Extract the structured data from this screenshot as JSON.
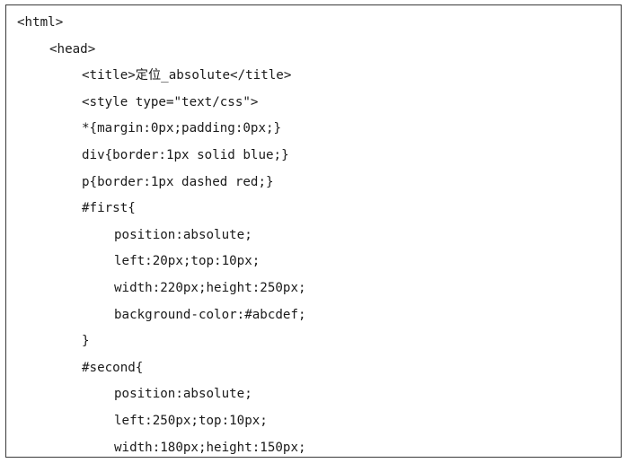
{
  "code": {
    "lines": [
      "<html>",
      "<head>",
      "<title>定位_absolute</title>",
      "<style type=\"text/css\">",
      "*{margin:0px;padding:0px;}",
      "div{border:1px solid blue;}",
      "p{border:1px dashed red;}",
      "#first{",
      "position:absolute;",
      "left:20px;top:10px;",
      "width:220px;height:250px;",
      "background-color:#abcdef;",
      "}",
      "#second{",
      "position:absolute;",
      "left:250px;top:10px;",
      "width:180px;height:150px;"
    ]
  }
}
